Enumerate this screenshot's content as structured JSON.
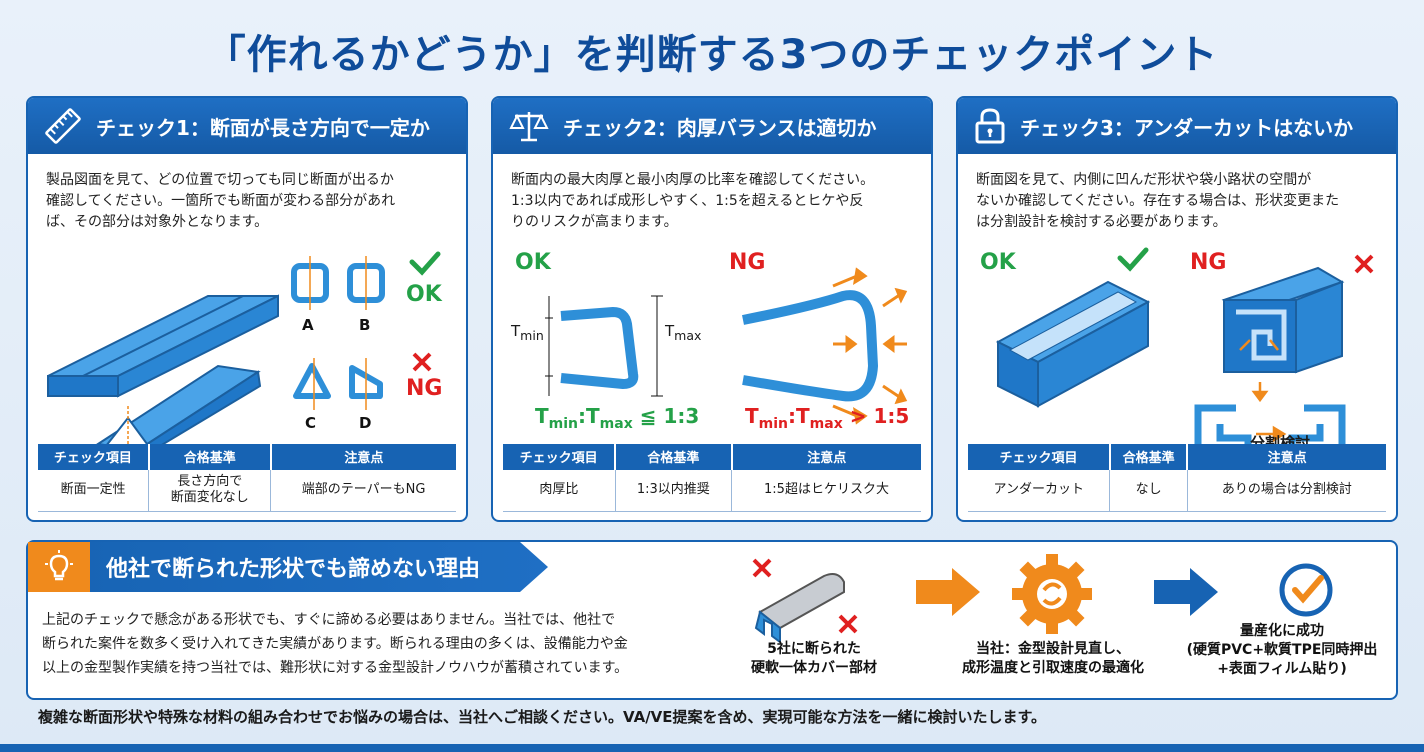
{
  "title": "「作れるかどうか」を判断する3つのチェックポイント",
  "colors": {
    "primary": "#1763b3",
    "ok": "#24a148",
    "ng": "#e02020",
    "accent": "#f08a1c",
    "part": "#2e8fd8"
  },
  "table_headers": [
    "チェック項目",
    "合格基準",
    "注意点"
  ],
  "checks": [
    {
      "heading": "チェック1：断面が長さ方向で一定か",
      "icon": "ruler-icon",
      "body": [
        "製品図面を見て、どの位置で切っても同じ断面が出るか",
        "確認してください。一箇所でも断面が変わる部分があれ",
        "ば、その部分は対象外となります。"
      ],
      "labels": {
        "ok": "OK",
        "ng": "NG",
        "a": "A",
        "b": "B",
        "c": "C",
        "d": "D"
      },
      "row": [
        "断面一定性",
        "長さ方向で\n断面変化なし",
        "端部のテーパーもNG"
      ]
    },
    {
      "heading": "チェック2：肉厚バランスは適切か",
      "icon": "scale-icon",
      "body": [
        "断面内の最大肉厚と最小肉厚の比率を確認してください。",
        "1:3以内であれば成形しやすく、1:5を超えるとヒケや反",
        "りのリスクが高まります。"
      ],
      "labels": {
        "ok": "OK",
        "ng": "NG",
        "tmin": "T",
        "tmin_sub": "min",
        "tmax": "T",
        "tmax_sub": "max",
        "ok_ratio": "≦ 1:3",
        "ng_ratio": "> 1:5",
        "colon": ":"
      },
      "row": [
        "肉厚比",
        "1:3以内推奨",
        "1:5超はヒケリスク大"
      ]
    },
    {
      "heading": "チェック3：アンダーカットはないか",
      "icon": "lock-icon",
      "body": [
        "断面図を見て、内側に凹んだ形状や袋小路状の空間が",
        "ないか確認してください。存在する場合は、形状変更また",
        "は分割設計を検討する必要があります。"
      ],
      "labels": {
        "ok": "OK",
        "ng": "NG",
        "split": "分割検討"
      },
      "row": [
        "アンダーカット",
        "なし",
        "ありの場合は分割検討"
      ]
    }
  ],
  "reason": {
    "heading": "他社で断られた形状でも諦めない理由",
    "body": [
      "上記のチェックで懸念がある形状でも、すぐに諦める必要はありません。当社では、他社で",
      "断られた案件を数多く受け入れてきた実績があります。断られる理由の多くは、設備能力や金",
      "以上の金型製作実績を持つ当社では、難形状に対する金型設計ノウハウが蓄積されています。"
    ],
    "flow": [
      {
        "caption": [
          "5社に断られた",
          "硬軟一体カバー部材"
        ]
      },
      {
        "caption": [
          "当社：金型設計見直し、",
          "成形温度と引取速度の最適化"
        ]
      },
      {
        "caption": [
          "量産化に成功",
          "(硬質PVC+軟質TPE同時押出",
          "+表面フィルム貼り)"
        ]
      }
    ]
  },
  "footer": "複雑な断面形状や特殊な材料の組み合わせでお悩みの場合は、当社へご相談ください。VA/VE提案を含め、実現可能な方法を一緒に検討いたします。"
}
